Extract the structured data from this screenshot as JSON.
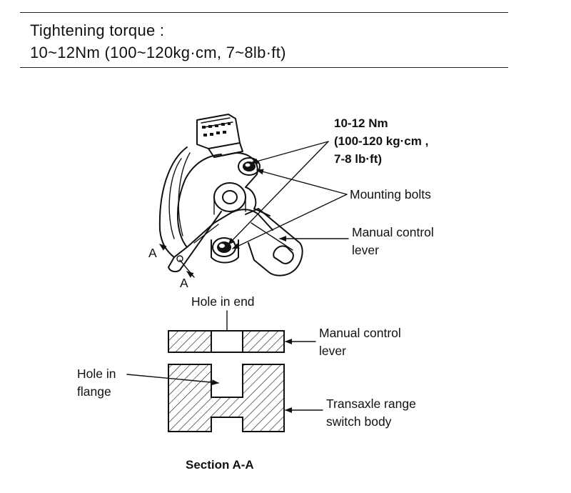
{
  "spec_box": {
    "title": "Tightening torque :",
    "value": "10~12Nm (100~120kg·cm, 7~8lb·ft)"
  },
  "callouts": {
    "torque_line1": "10-12 Nm",
    "torque_line2": "(100-120 kg·cm ,",
    "torque_line3": "7-8 lb·ft)",
    "mounting_bolts": "Mounting bolts",
    "manual_lever_top_1": "Manual control",
    "manual_lever_top_2": "lever",
    "section_marker_1": "A",
    "section_marker_2": "A"
  },
  "section": {
    "hole_in_end": "Hole in end",
    "manual_lever_1": "Manual control",
    "manual_lever_2": "lever",
    "hole_in_flange_1": "Hole in",
    "hole_in_flange_2": "flange",
    "switch_body_1": "Transaxle range",
    "switch_body_2": "switch body",
    "caption": "Section A-A"
  }
}
